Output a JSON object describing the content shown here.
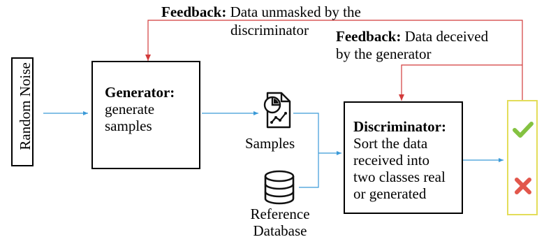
{
  "feedback_top": {
    "bold": "Feedback:",
    "line1": " Data unmasked by the",
    "line2": "discriminator"
  },
  "feedback_right": {
    "bold": "Feedback:",
    "line1": " Data deceived",
    "line2": "by the generator"
  },
  "noise": {
    "label": "Random Noise"
  },
  "generator": {
    "title": "Generator:",
    "line1": "generate",
    "line2": "samples"
  },
  "samples": {
    "label": "Samples"
  },
  "reference": {
    "line1": "Reference",
    "line2": "Database"
  },
  "discriminator": {
    "title": "Discriminator:",
    "lines": [
      "Sort the data",
      "received into",
      "two classes real",
      "or generated"
    ]
  },
  "colors": {
    "arrow_blue": "#3b9ad8",
    "feedback_red": "#d23b3b",
    "check_green": "#84c241",
    "cross_red": "#e2574c",
    "result_border": "#e3dd59"
  },
  "icons": {
    "samples": "report-chart-icon",
    "reference": "database-icon",
    "real": "check-icon",
    "fake": "cross-icon"
  }
}
